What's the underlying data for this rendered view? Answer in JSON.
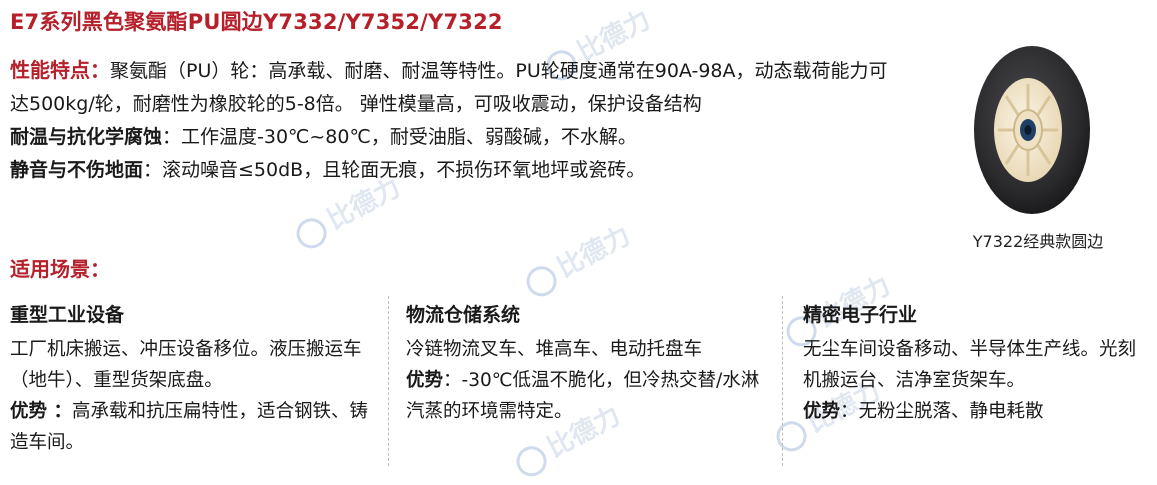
{
  "title": "E7系列黑色聚氨酯PU圆边Y7332/Y7352/Y7322",
  "features": {
    "perf_label": "性能特点：",
    "perf_text": "聚氨酯（PU）轮：高承载、耐磨、耐温等特性。PU轮硬度通常在90A-98A，动态载荷能力可达500kg/轮，耐磨性为橡胶轮的5-8倍。 弹性模量高，可吸收震动，保护设备结构",
    "chem_label": "耐温与抗化学腐蚀",
    "chem_text": "：工作温度-30℃~80℃，耐受油脂、弱酸碱，不水解。",
    "quiet_label": "静音与不伤地面",
    "quiet_text": "：滚动噪音≤50dB，且轮面无痕，不损伤环氧地坪或瓷砖。"
  },
  "product_image": {
    "caption": "Y7322经典款圆边",
    "colors": {
      "tread": "#2b2b2e",
      "hub": "#f2e6cc",
      "axle": "#1f3f66"
    }
  },
  "scenarios": {
    "title": "适用场景：",
    "columns": [
      {
        "heading": "重型工业设备",
        "text": "工厂机床搬运、冲压设备移位。液压搬运车（地牛）、重型货架底盘。",
        "adv_label": "优势 ：",
        "adv_text": "高承载和抗压扁特性，适合钢铁、铸造车间。"
      },
      {
        "heading": "物流仓储系统",
        "text": "冷链物流叉车、堆高车、电动托盘车",
        "adv_label": "优势",
        "adv_text": "：-30℃低温不脆化，但冷热交替/水淋汽蒸的环境需特定。"
      },
      {
        "heading": "精密电子行业",
        "text": "无尘车间设备移动、半导体生产线。光刻机搬运台、洁净室货架车。",
        "adv_label": "优势",
        "adv_text": "：无粉尘脱落、静电耗散"
      }
    ]
  },
  "watermark": {
    "text": "比德力",
    "color": "#c9d4e6"
  },
  "colors": {
    "accent": "#b5202a",
    "text": "#1a1a1a"
  }
}
